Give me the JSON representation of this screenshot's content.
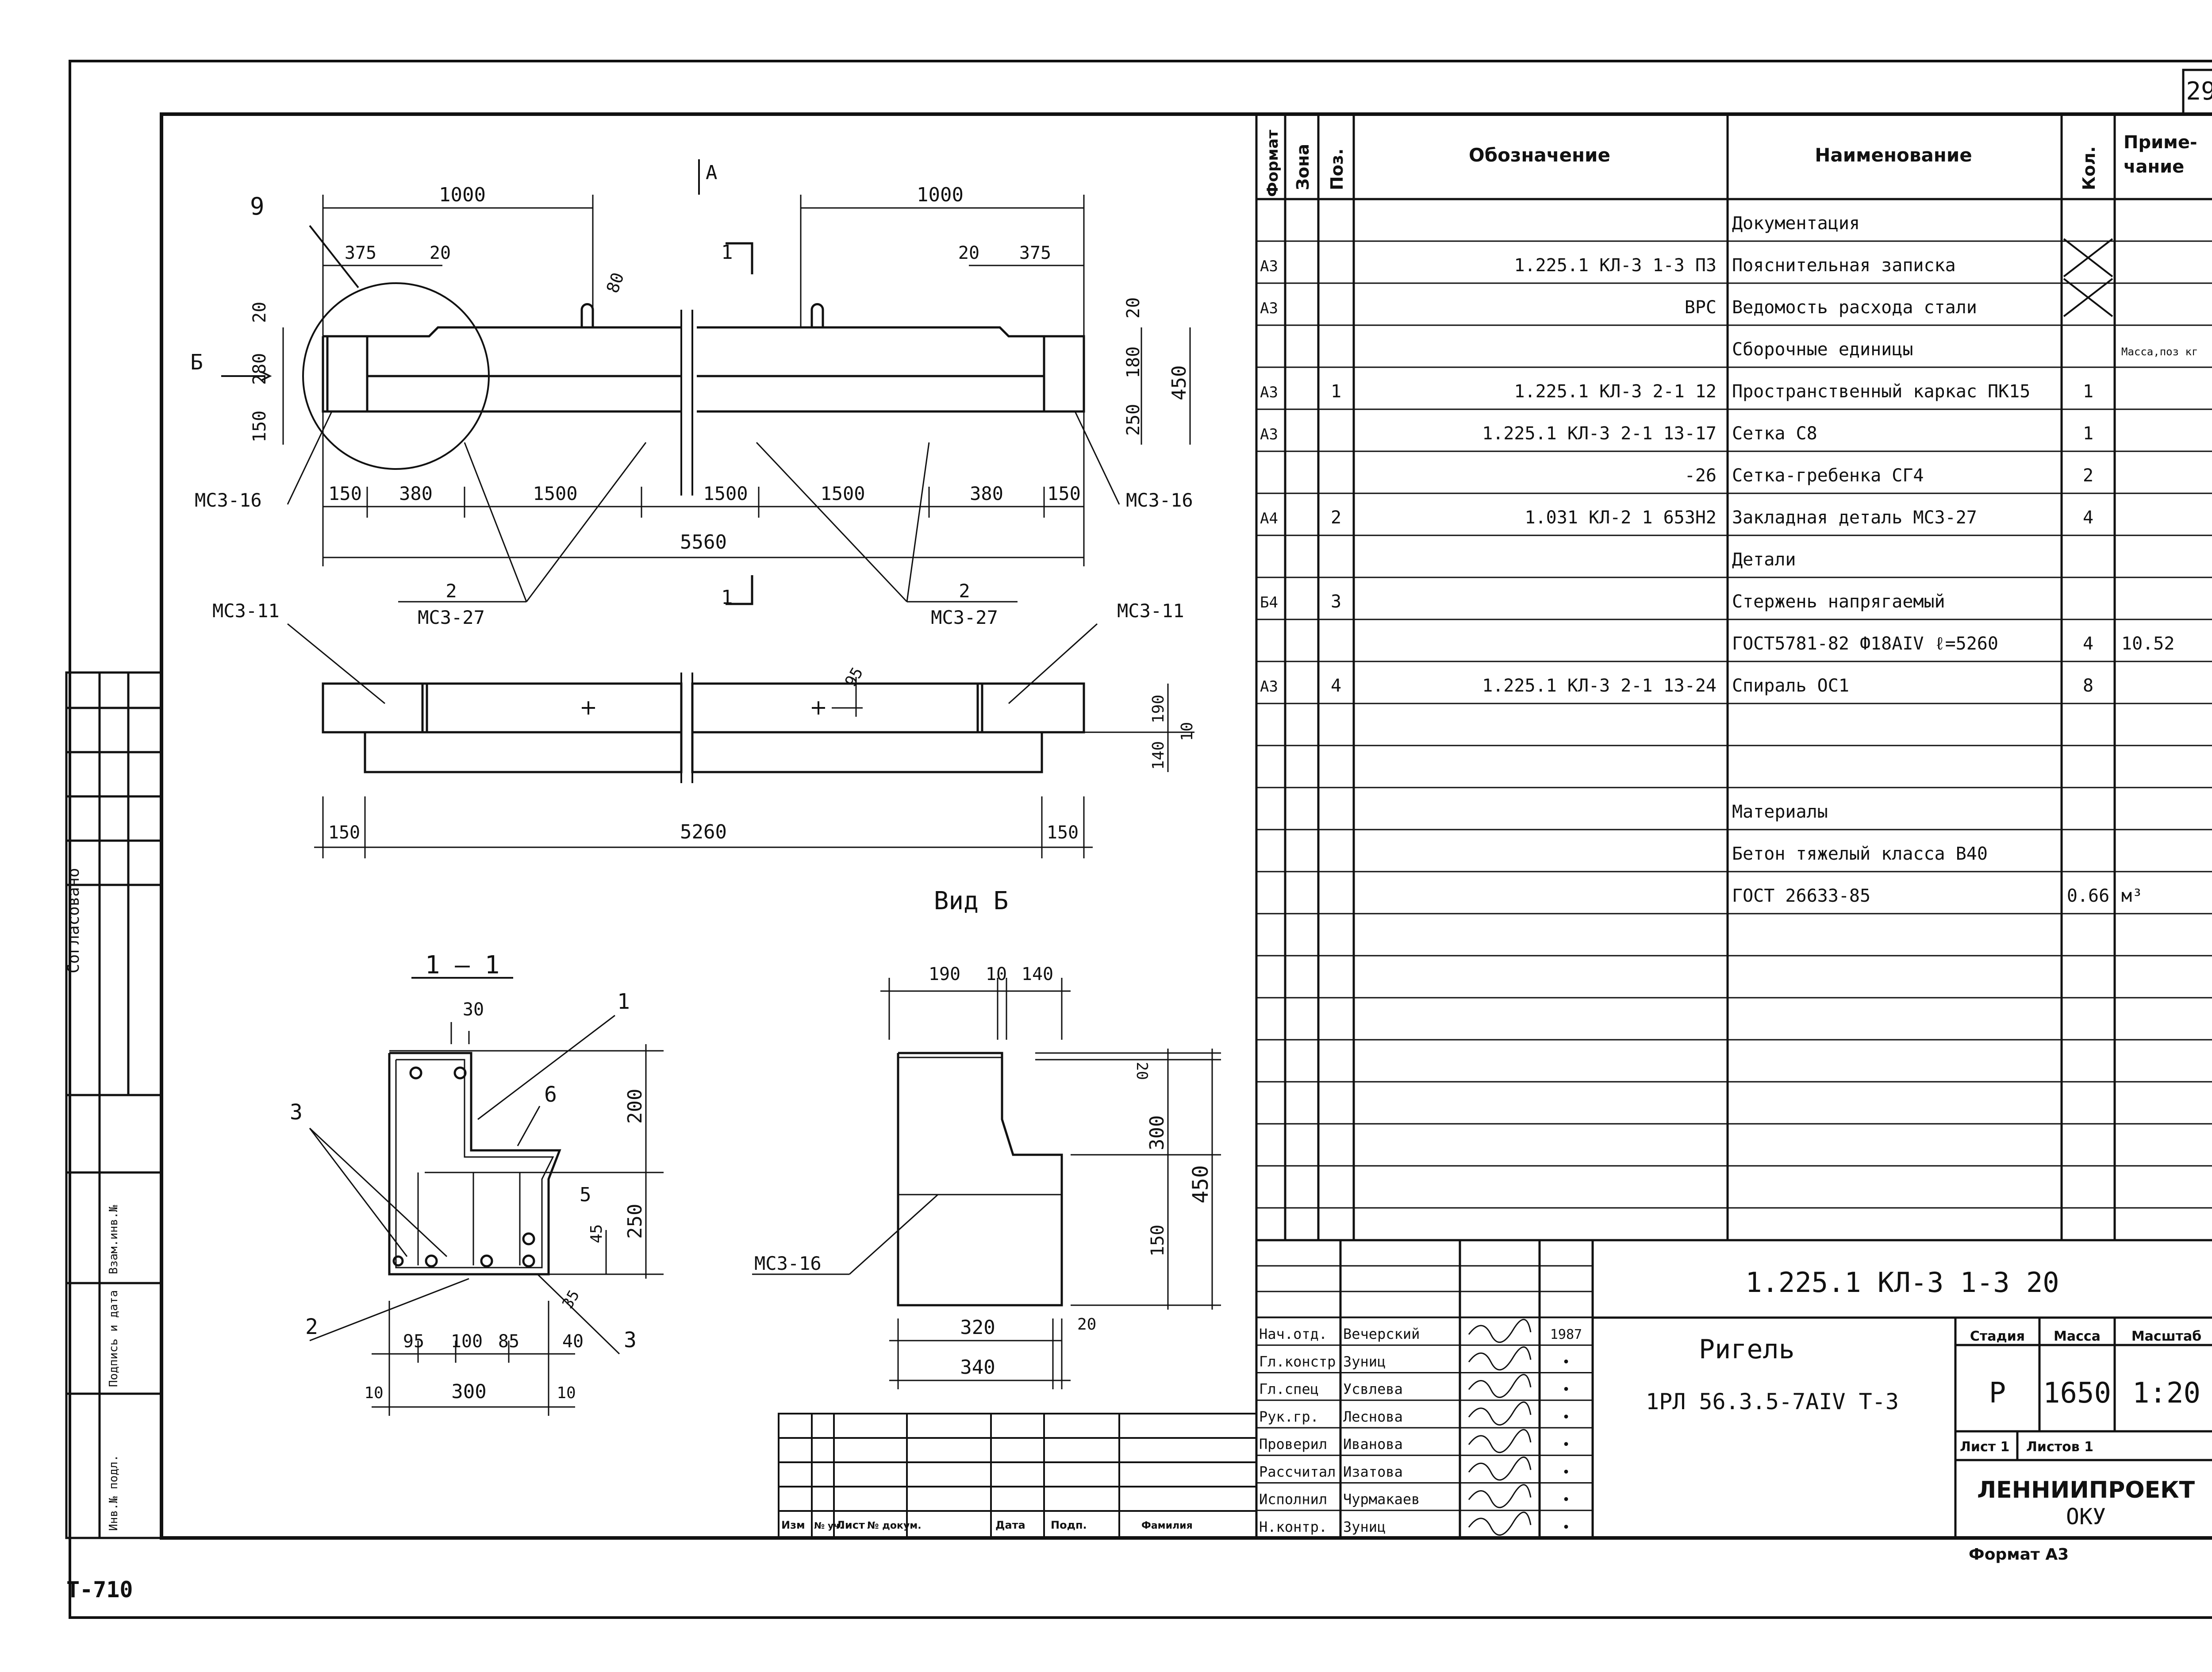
{
  "sheet": {
    "page_number": "29",
    "stamp": "Т-710",
    "format_label": "Формат А3"
  },
  "side_stamp": {
    "agreed": "Согласовано",
    "inv_exch": "Взам.инв.№",
    "sign_date": "Подпись и дата",
    "inv_orig": "Инв.№ подл."
  },
  "spec_table": {
    "headers": {
      "format": "Формат",
      "zone": "Зона",
      "pos": "Поз.",
      "designation": "Обозначение",
      "name": "Наименование",
      "qty": "Кол.",
      "note": "Приме- чание"
    },
    "rows": [
      {
        "format": "",
        "zone": "",
        "pos": "",
        "designation": "",
        "name": "Документация",
        "qty": "",
        "note": ""
      },
      {
        "format": "А3",
        "zone": "",
        "pos": "",
        "designation": "1.225.1 КЛ-3  1-3  ПЗ",
        "name": "Пояснительная записка",
        "qty": "",
        "note": ""
      },
      {
        "format": "А3",
        "zone": "",
        "pos": "",
        "designation": "ВРС",
        "name": "Ведомость расхода стали",
        "qty": "",
        "note": ""
      },
      {
        "format": "",
        "zone": "",
        "pos": "",
        "designation": "",
        "name": "Сборочные единицы",
        "qty": "",
        "note": "Масса,поз кг"
      },
      {
        "format": "А3",
        "zone": "",
        "pos": "1",
        "designation": "1.225.1 КЛ-3  2-1    12",
        "name": "Пространственный каркас ПК15",
        "qty": "1",
        "note": ""
      },
      {
        "format": "А3",
        "zone": "",
        "pos": "",
        "designation": "1.225.1 КЛ-3  2-1   13-17",
        "name": "Сетка           С8",
        "qty": "1",
        "note": ""
      },
      {
        "format": "",
        "zone": "",
        "pos": "",
        "designation": "-26",
        "name": "Сетка-гребенка   СГ4",
        "qty": "2",
        "note": ""
      },
      {
        "format": "А4",
        "zone": "",
        "pos": "2",
        "designation": "1.031 КЛ-2  1    653Н2",
        "name": "Закладная деталь МС3-27",
        "qty": "4",
        "note": ""
      },
      {
        "format": "",
        "zone": "",
        "pos": "",
        "designation": "",
        "name": "Детали",
        "qty": "",
        "note": ""
      },
      {
        "format": "Б4",
        "zone": "",
        "pos": "3",
        "designation": "",
        "name": "Стержень напрягаемый",
        "qty": "",
        "note": ""
      },
      {
        "format": "",
        "zone": "",
        "pos": "",
        "designation": "",
        "name": "ГОСТ5781-82 Ф18АIV ℓ=5260",
        "qty": "4",
        "note": "10.52"
      },
      {
        "format": "А3",
        "zone": "",
        "pos": "4",
        "designation": "1.225.1 КЛ-3  2-1  13-24",
        "name": "Спираль          ОС1",
        "qty": "8",
        "note": ""
      },
      {
        "format": "",
        "zone": "",
        "pos": "",
        "designation": "",
        "name": "",
        "qty": "",
        "note": ""
      },
      {
        "format": "",
        "zone": "",
        "pos": "",
        "designation": "",
        "name": "",
        "qty": "",
        "note": ""
      },
      {
        "format": "",
        "zone": "",
        "pos": "",
        "designation": "",
        "name": "Материалы",
        "qty": "",
        "note": ""
      },
      {
        "format": "",
        "zone": "",
        "pos": "",
        "designation": "",
        "name": "Бетон тяжелый класса В40",
        "qty": "",
        "note": ""
      },
      {
        "format": "",
        "zone": "",
        "pos": "",
        "designation": "",
        "name": "ГОСТ 26633-85",
        "qty": "0.66",
        "note": "м³"
      }
    ]
  },
  "title_block": {
    "doc_code": "1.225.1 КЛ-3  1-3  20",
    "item_name": "Ригель",
    "item_mark": "1РЛ 56.3.5-7АIV Т-3",
    "stage_label": "Стадия",
    "mass_label": "Масса",
    "scale_label": "Масштаб",
    "stage": "Р",
    "mass": "1650",
    "scale": "1:20",
    "sheet_label": "Лист 1",
    "sheets_label": "Листов 1",
    "org": "ЛЕННИИПРОЕКТ",
    "org_dept": "ОКУ",
    "rev_headers": {
      "izm": "Изм",
      "uch": "№ уч.",
      "list": "Лист",
      "doc": "№ докум.",
      "date": "Дата",
      "sign": "Подп.",
      "name": "Фамилия"
    },
    "signatures": [
      {
        "role": "Нач.отд.",
        "name": "Вечерский",
        "date": "1987"
      },
      {
        "role": "Гл.констр",
        "name": "Зуниц",
        "date": "•"
      },
      {
        "role": "Гл.спец",
        "name": "Усвлева",
        "date": "•"
      },
      {
        "role": "Рук.гр.",
        "name": "Леснова",
        "date": "•"
      },
      {
        "role": "Проверил",
        "name": "Иванова",
        "date": "•"
      },
      {
        "role": "Рассчитал",
        "name": "Изатова",
        "date": "•"
      },
      {
        "role": "Исполнил",
        "name": "Чурмакаев",
        "date": "•"
      },
      {
        "role": "Н.контр.",
        "name": "Зуниц",
        "date": "•"
      }
    ]
  },
  "drawing": {
    "top_view": {
      "callout_9": "9",
      "section_mark_a": "А",
      "view_mark_b": "Б",
      "section_1": "1",
      "dims_top": [
        "1000",
        "375",
        "20",
        "1000",
        "20",
        "375"
      ],
      "dims_bottom": [
        "150",
        "380",
        "1500",
        "1500",
        "1500",
        "380",
        "150"
      ],
      "dim_total": "5560",
      "dims_left": [
        "20",
        "280",
        "150"
      ],
      "dims_right": [
        "20",
        "180",
        "250",
        "450"
      ],
      "dim_80": "80",
      "label_mc316_left": "МС3-16",
      "label_mc316_right": "МС3-16",
      "callout_2_left": "2",
      "callout_mc327_left": "МС3-27",
      "callout_2_right": "2",
      "callout_mc327_right": "МС3-27"
    },
    "plan_view": {
      "label_mc311_left": "МС3-11",
      "label_mc311_right": "МС3-11",
      "dim_95": "95",
      "dim_190": "190",
      "dim_140": "140",
      "dim_10": "10",
      "dim_150_left": "150",
      "dim_5260": "5260",
      "dim_150_right": "150"
    },
    "section_1_1": {
      "title": "1 — 1",
      "dim_30": "30",
      "callout_1": "1",
      "callout_6": "6",
      "callout_3a": "3",
      "callout_5": "5",
      "callout_2": "2",
      "callout_3b": "3",
      "dims_right": [
        "200",
        "250",
        "45",
        "35"
      ],
      "dims_bottom": [
        "95",
        "100",
        "85",
        "40"
      ],
      "dim_10_left": "10",
      "dim_300": "300",
      "dim_10_right": "10"
    },
    "view_b": {
      "title": "Вид Б",
      "dims_top": [
        "190",
        "10",
        "140"
      ],
      "dim_20": "20",
      "dim_300": "300",
      "dim_450": "450",
      "dim_150": "150",
      "dim_320": "320",
      "dim_20b": "20",
      "dim_340": "340",
      "label_mc316": "МС3-16"
    }
  }
}
